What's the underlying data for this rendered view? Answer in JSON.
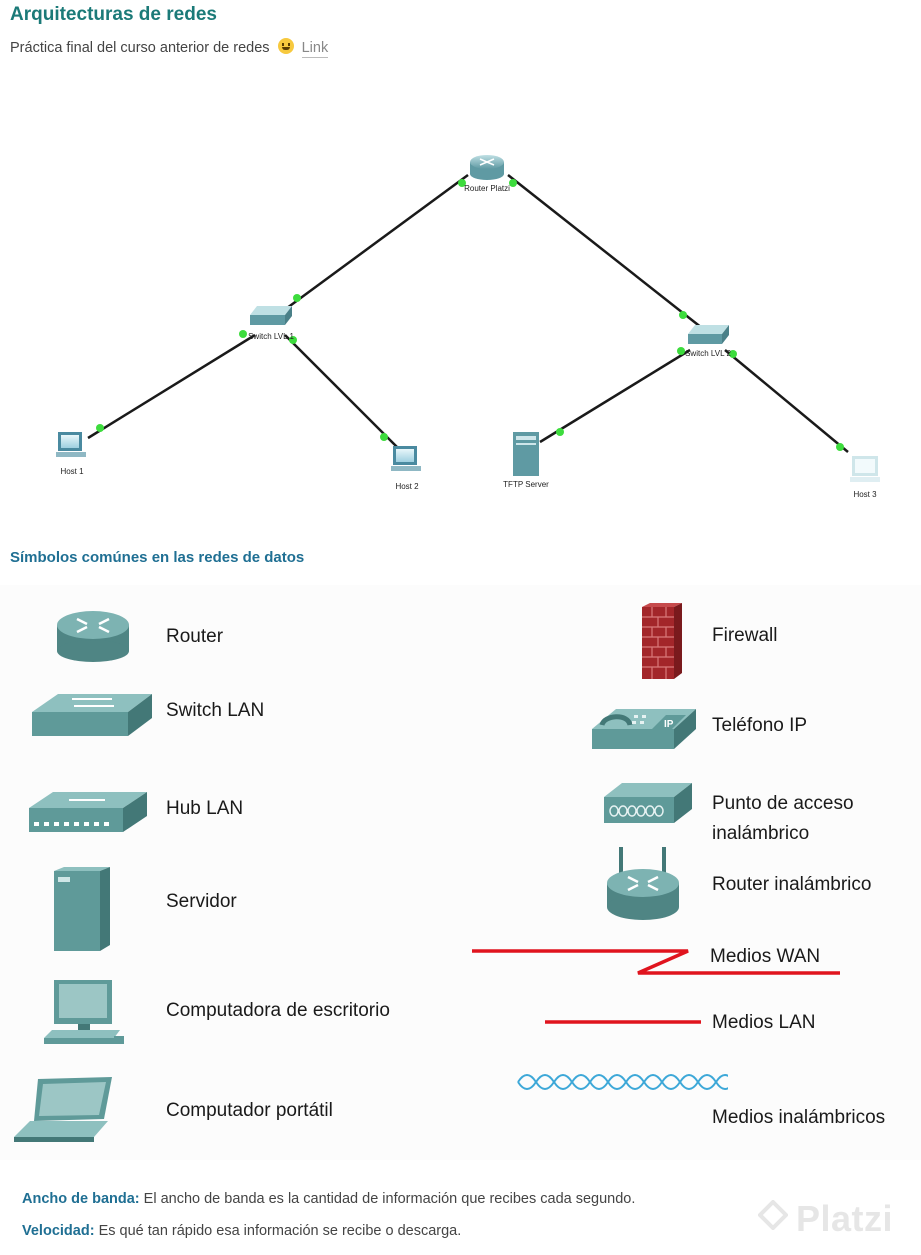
{
  "header": {
    "title": "Arquitecturas de redes",
    "subtitle": "Práctica final del curso anterior de redes",
    "link_text": "Link"
  },
  "topology": {
    "nodes": {
      "router": "Router Platzi",
      "switch1": "Switch LVL 1",
      "switch2": "Switch LVL 2",
      "host1": "Host 1",
      "host2": "Host 2",
      "tftp": "TFTP Server",
      "host3": "Host 3"
    },
    "link_color": "#1a1a1a",
    "port_color": "#3ddc3d"
  },
  "symbols": {
    "section_title": "Símbolos comúnes en las redes de datos",
    "left": {
      "router": "Router",
      "switch": "Switch LAN",
      "hub": "Hub LAN",
      "server": "Servidor",
      "desktop": "Computadora de escritorio",
      "laptop": "Computador portátil"
    },
    "right": {
      "firewall": "Firewall",
      "ip_phone": "Teléfono IP",
      "access_point": "Punto de acceso inalámbrico",
      "wireless_router": "Router inalámbrico",
      "wan": "Medios WAN",
      "lan": "Medios LAN",
      "wireless": "Medios inalámbricos"
    },
    "colors": {
      "device": "#5f9a99",
      "firewall": "#a3262a",
      "media_red": "#e0141e",
      "media_wireless": "#3da8d8"
    }
  },
  "definitions": {
    "bandwidth_term": "Ancho de banda:",
    "bandwidth_text": "El ancho de banda es la cantidad de información que recibes cada segundo.",
    "speed_term": "Velocidad:",
    "speed_text": "Es qué tan rápido esa información se recibe o descarga."
  },
  "watermark": "Platzi"
}
